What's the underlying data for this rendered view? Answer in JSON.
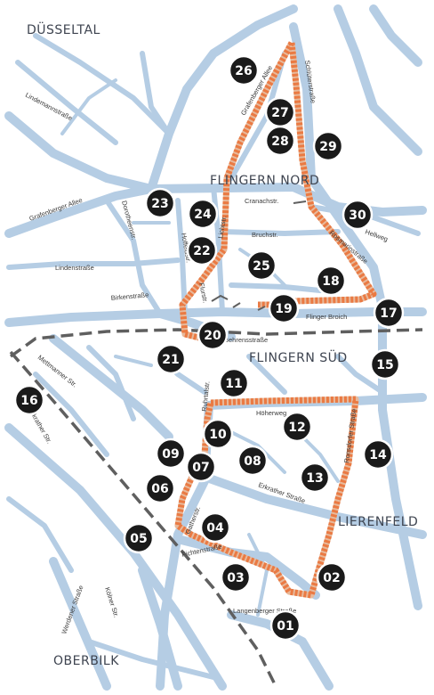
{
  "map": {
    "colors": {
      "street": "#b5cde4",
      "route_outer": "#e7b99b",
      "route_inner": "#ea7a43",
      "boundary": "#5f5f5f",
      "marker_fill": "#1a1a1a",
      "marker_text": "#ffffff",
      "label_text": "#3e4450"
    },
    "area_labels": {
      "duesseltal": "DÜSSELTAL",
      "flingern_nord": "FLINGERN NORD",
      "flingern_sued": "FLINGERN SÜD",
      "lierenfeld": "LIERENFELD",
      "oberbilk": "OBERBILK"
    },
    "streets": {
      "grafenberger_allee_n": "Grafenberger Allee",
      "schlueterstrasse": "Schlüterstraße",
      "lindemannstrasse": "Lindemannstraße",
      "grafenberger_allee_w": "Grafenberger Allee",
      "cranachstr": "Cranachstr.",
      "dorotheenstr": "Dorotheenstr.",
      "lichtstr": "Lichtstr.",
      "hoffeldstr": "Hoffeldstr.",
      "bruchstr": "Bruchstr.",
      "hellweg": "Hellweg",
      "rosmarinstrasse": "Rosmarinstraße",
      "lindenstrasse": "Lindenstraße",
      "birkenstrasse": "Birkenstraße",
      "flurstr": "Flurstr.",
      "flinger_broich": "Flinger Broich",
      "behrensstrasse": "Behrensstraße",
      "mettmanner_str": "Mettmanner Str.",
      "erkrather_str": "Erkrather Str.",
      "ruhrtalstr": "Ruhrtalstr.",
      "hoeherweg": "Höherweg",
      "ronsdorfer_str": "Ronsdorfer Straße",
      "erkrather_strasse": "Erkrather Straße",
      "gatherstr": "Gatherstr.",
      "fichtenstrasse": "Fichtenstraße",
      "werdener_strasse": "Werdener Straße",
      "koelner_str": "Kölner Str.",
      "langenberger_strasse": "Langenberger Straße"
    },
    "markers": [
      {
        "id": "01",
        "label": "01"
      },
      {
        "id": "02",
        "label": "02"
      },
      {
        "id": "03",
        "label": "03"
      },
      {
        "id": "04",
        "label": "04"
      },
      {
        "id": "05",
        "label": "05"
      },
      {
        "id": "06",
        "label": "06"
      },
      {
        "id": "07",
        "label": "07"
      },
      {
        "id": "08",
        "label": "08"
      },
      {
        "id": "09",
        "label": "09"
      },
      {
        "id": "10",
        "label": "10"
      },
      {
        "id": "11",
        "label": "11"
      },
      {
        "id": "12",
        "label": "12"
      },
      {
        "id": "13",
        "label": "13"
      },
      {
        "id": "14",
        "label": "14"
      },
      {
        "id": "15",
        "label": "15"
      },
      {
        "id": "16",
        "label": "16"
      },
      {
        "id": "17",
        "label": "17"
      },
      {
        "id": "18",
        "label": "18"
      },
      {
        "id": "19",
        "label": "19"
      },
      {
        "id": "20",
        "label": "20"
      },
      {
        "id": "21",
        "label": "21"
      },
      {
        "id": "22",
        "label": "22"
      },
      {
        "id": "23",
        "label": "23"
      },
      {
        "id": "24",
        "label": "24"
      },
      {
        "id": "25",
        "label": "25"
      },
      {
        "id": "26",
        "label": "26"
      },
      {
        "id": "27",
        "label": "27"
      },
      {
        "id": "28",
        "label": "28"
      },
      {
        "id": "29",
        "label": "29"
      },
      {
        "id": "30",
        "label": "30"
      }
    ]
  }
}
